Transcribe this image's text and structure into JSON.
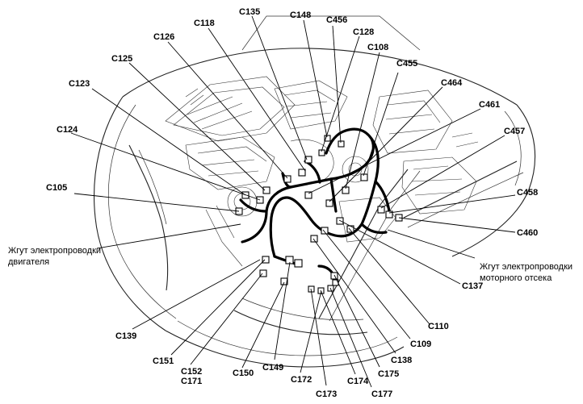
{
  "labels": {
    "C135": "C135",
    "C148": "C148",
    "C456": "C456",
    "C118": "C118",
    "C126": "C126",
    "C128": "C128",
    "C108": "C108",
    "C125": "C125",
    "C455": "C455",
    "C123": "C123",
    "C464": "C464",
    "C461": "C461",
    "C124": "C124",
    "C457": "C457",
    "C105": "C105",
    "C458": "C458",
    "C460": "C460",
    "C137": "C137",
    "C139": "C139",
    "C110": "C110",
    "C109": "C109",
    "C151": "C151",
    "C138": "C138",
    "C152": "C152",
    "C171": "C171",
    "C150": "C150",
    "C149": "C149",
    "C175": "C175",
    "C172": "C172",
    "C174": "C174",
    "C173": "C173",
    "C177": "C177"
  },
  "notes": {
    "engine_harness_line1": "Жгут электропроводки",
    "engine_harness_line2": "двигателя",
    "engine_compartment_harness_line1": "Жгут электропроводки",
    "engine_compartment_harness_line2": "моторного отсека"
  }
}
